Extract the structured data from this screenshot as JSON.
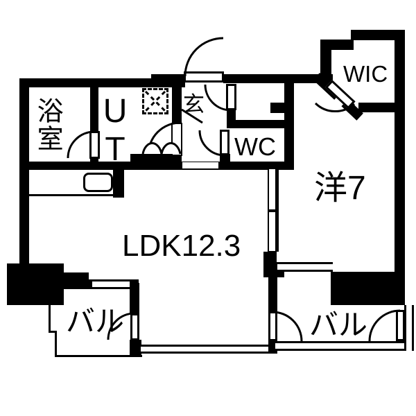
{
  "plan": {
    "type": "floorplan",
    "rooms": {
      "bath": {
        "label": "浴室"
      },
      "utility": {
        "label": "UT"
      },
      "entrance": {
        "label": "玄"
      },
      "wc": {
        "label": "WC"
      },
      "wic": {
        "label": "WIC"
      },
      "western_room": {
        "label": "洋7"
      },
      "ldk": {
        "label": "LDK12.3"
      },
      "balcony_left": {
        "label": "バル"
      },
      "balcony_right": {
        "label": "バル"
      }
    },
    "colors": {
      "wall": "#000000",
      "floor": "#ffffff",
      "line": "#000000"
    }
  }
}
